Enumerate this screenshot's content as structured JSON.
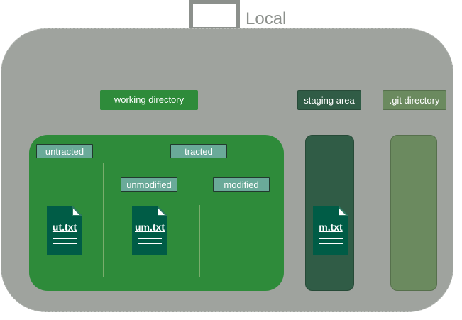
{
  "title": "Local",
  "icons": {
    "monitor": "monitor-icon",
    "file": "file-icon"
  },
  "colors": {
    "local_background": "#9fa39e",
    "working_directory": "#2e8b3a",
    "staging_area": "#305c46",
    "git_directory": "#6b8a5f",
    "sub_label": "#6aaa99",
    "file": "#005c46"
  },
  "areas": {
    "working_directory": {
      "label": "working directory"
    },
    "staging_area": {
      "label": "staging area"
    },
    "git_directory": {
      "label": ".git directory"
    }
  },
  "groups": {
    "untracted": "untracted",
    "tracted": "tracted",
    "unmodified": "unmodified",
    "modified": "modified"
  },
  "files": {
    "untracked_file": "ut.txt",
    "unmodified_file": "um.txt",
    "staged_file": "m.txt"
  }
}
